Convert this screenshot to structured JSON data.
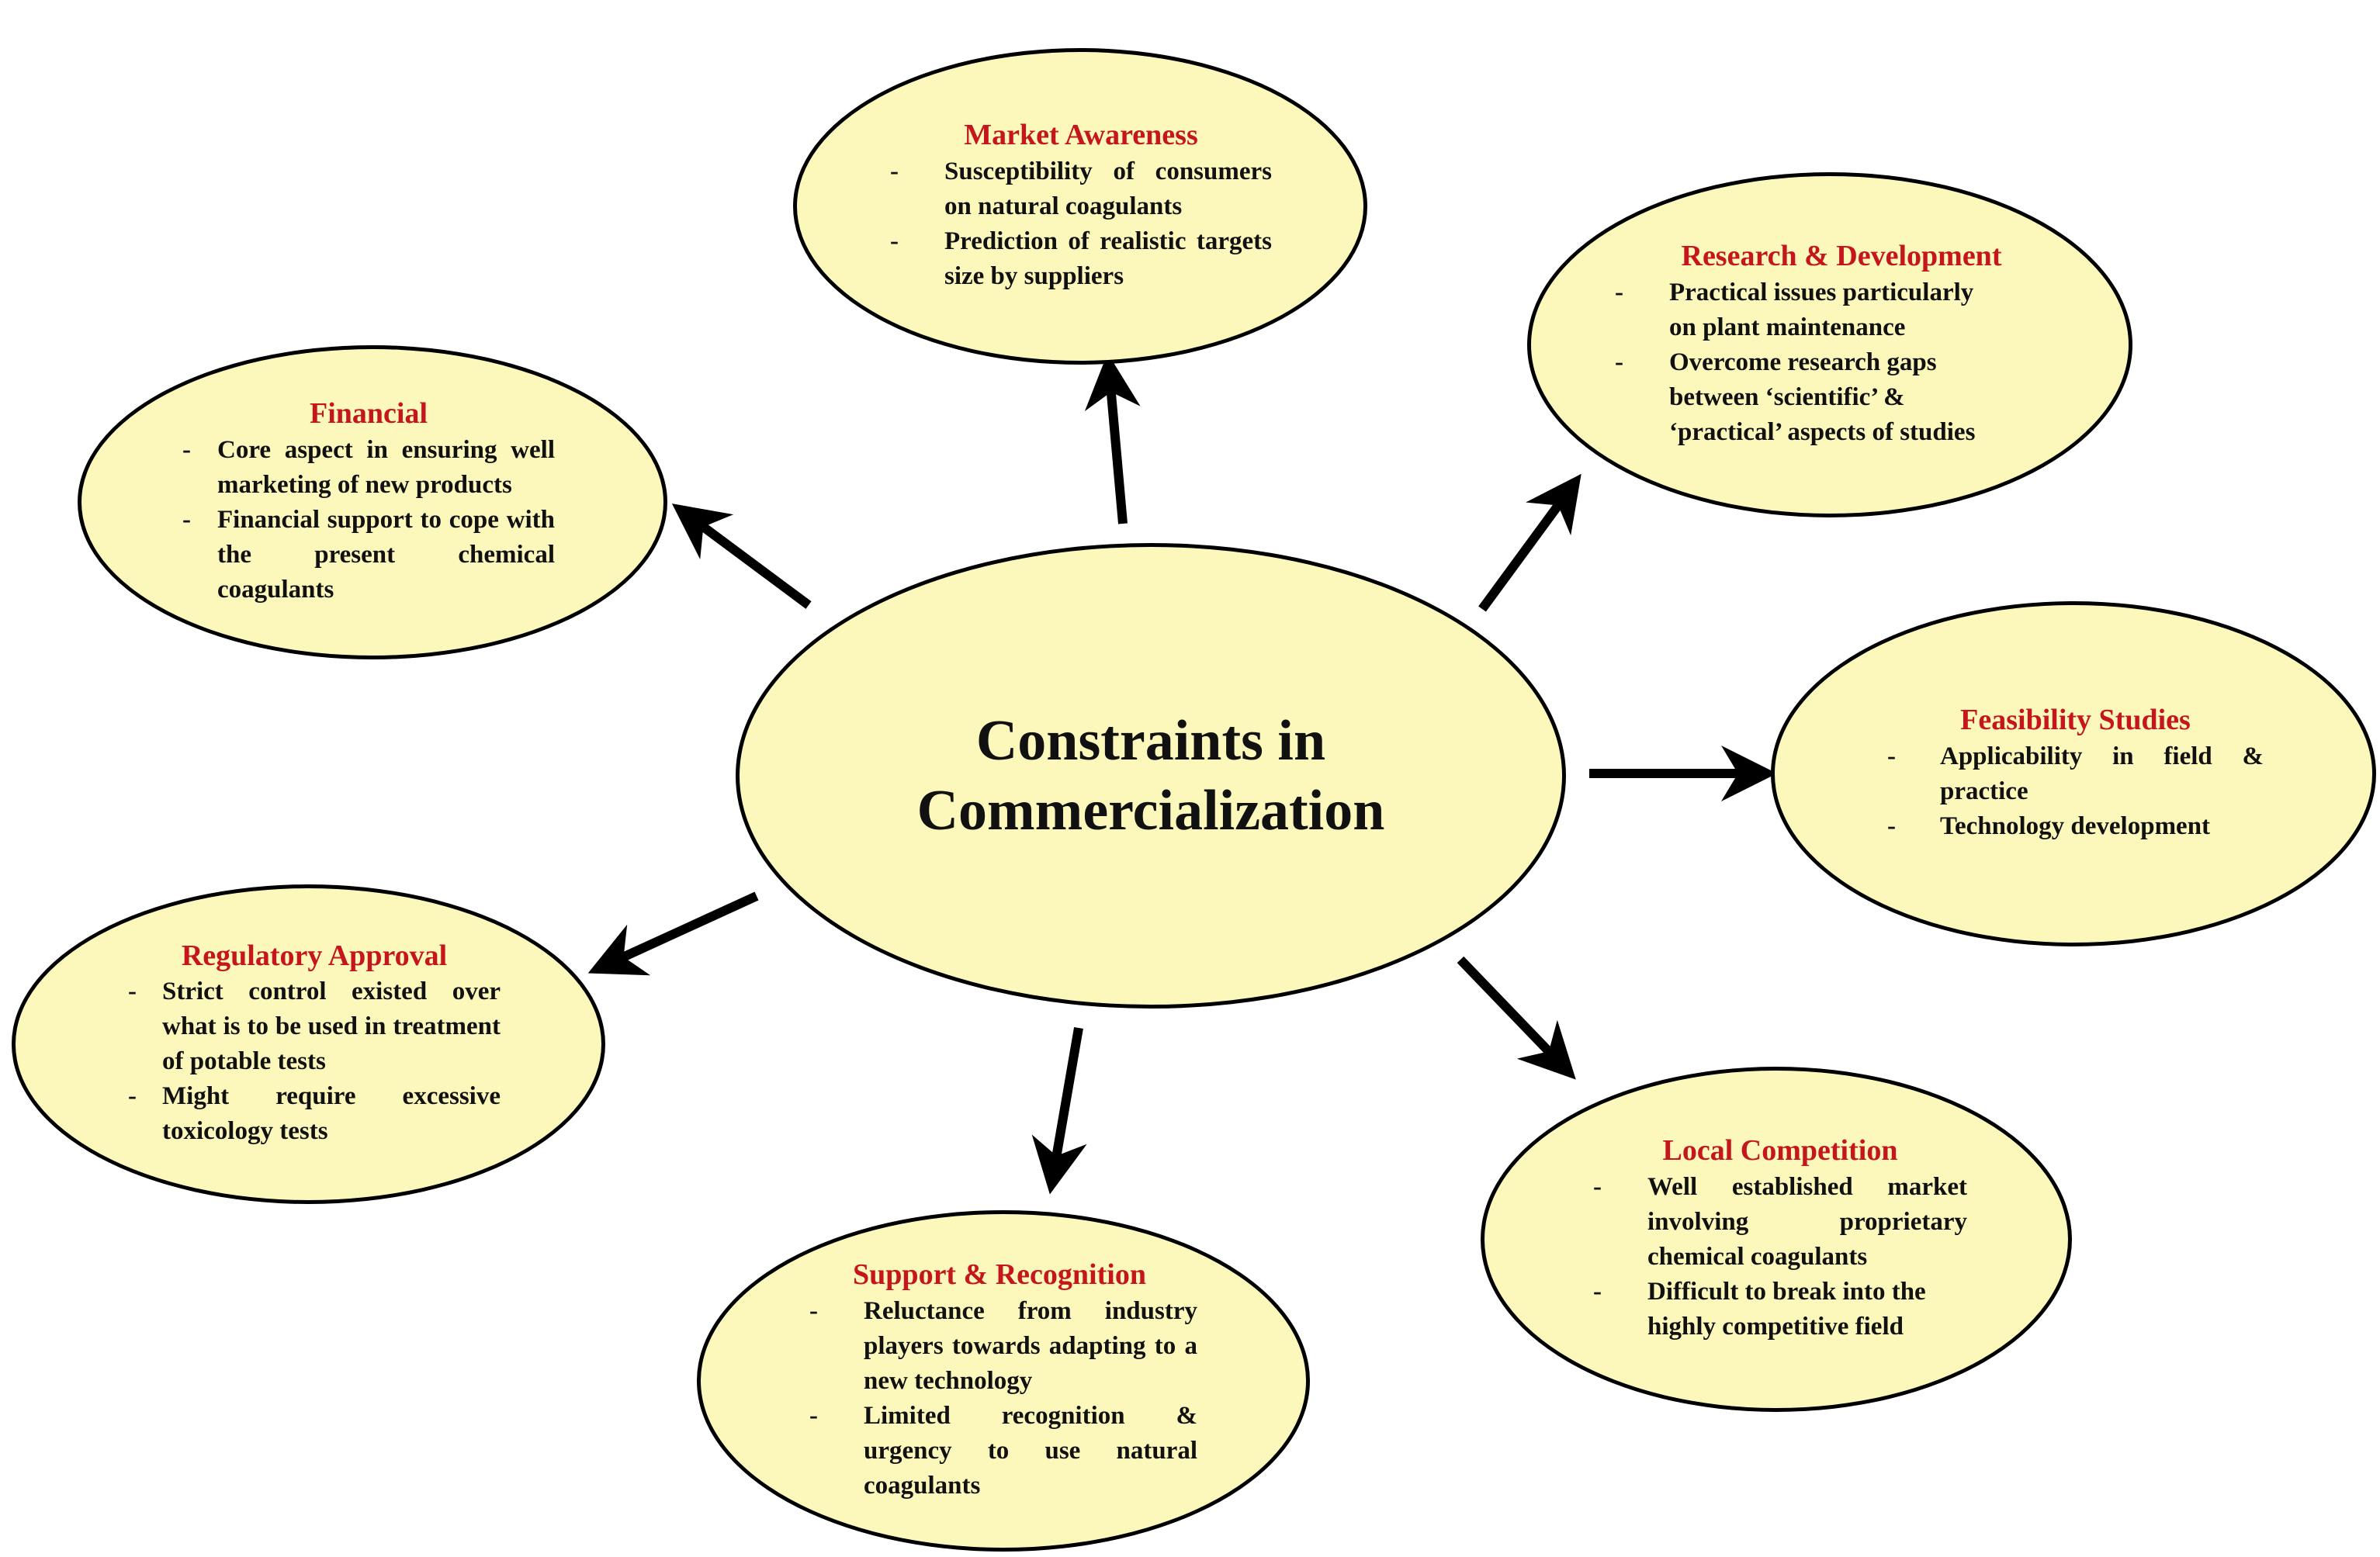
{
  "colors": {
    "node_fill": "#fcf8bc",
    "title_red": "#c4161c",
    "outline": "#000000"
  },
  "center": {
    "line1": "Constraints in",
    "line2": "Commercialization"
  },
  "nodes": {
    "market_awareness": {
      "title": "Market Awareness",
      "bullets": [
        "Susceptibility of consumers on natural coagulants",
        "Prediction of realistic targets size by suppliers"
      ]
    },
    "research_development": {
      "title": "Research & Development",
      "bullets": [
        "Practical issues particularly on plant maintenance",
        "Overcome research gaps between ‘scientific’ & ‘practical’ aspects of studies"
      ]
    },
    "financial": {
      "title": "Financial",
      "bullets": [
        "Core aspect in ensuring well marketing of new products",
        "Financial support to cope with the present chemical coagulants"
      ]
    },
    "feasibility_studies": {
      "title": "Feasibility Studies",
      "bullets": [
        "Applicability in field & practice",
        "Technology development"
      ]
    },
    "regulatory_approval": {
      "title": "Regulatory Approval",
      "bullets": [
        "Strict control existed over what is to be used in treatment of potable tests",
        "Might require excessive toxicology tests"
      ]
    },
    "local_competition": {
      "title": "Local Competition",
      "bullets": [
        "Well established market involving proprietary chemical coagulants",
        "Difficult to break into the highly competitive field"
      ]
    },
    "support_recognition": {
      "title": "Support & Recognition",
      "bullets": [
        "Reluctance from industry players towards adapting to a new technology",
        "Limited recognition & urgency to use natural coagulants"
      ]
    }
  }
}
